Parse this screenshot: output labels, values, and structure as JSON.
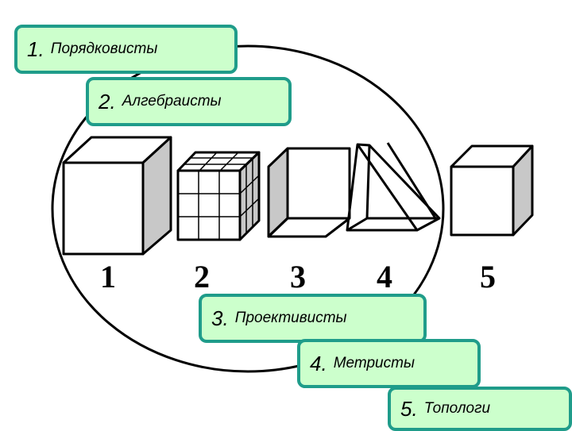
{
  "schools": [
    {
      "num": "1.",
      "name": "Порядковисты"
    },
    {
      "num": "2.",
      "name": "Алгебраисты"
    },
    {
      "num": "3.",
      "name": "Проективисты"
    },
    {
      "num": "4.",
      "name": "Метристы"
    },
    {
      "num": "5.",
      "name": "Топологи"
    }
  ],
  "figure_numbers": [
    "1",
    "2",
    "3",
    "4",
    "5"
  ],
  "colors": {
    "box_fill": "#ccffcc",
    "box_border": "#1f9c8a",
    "cube_side": "#c8c8c8",
    "stroke": "#000000"
  }
}
